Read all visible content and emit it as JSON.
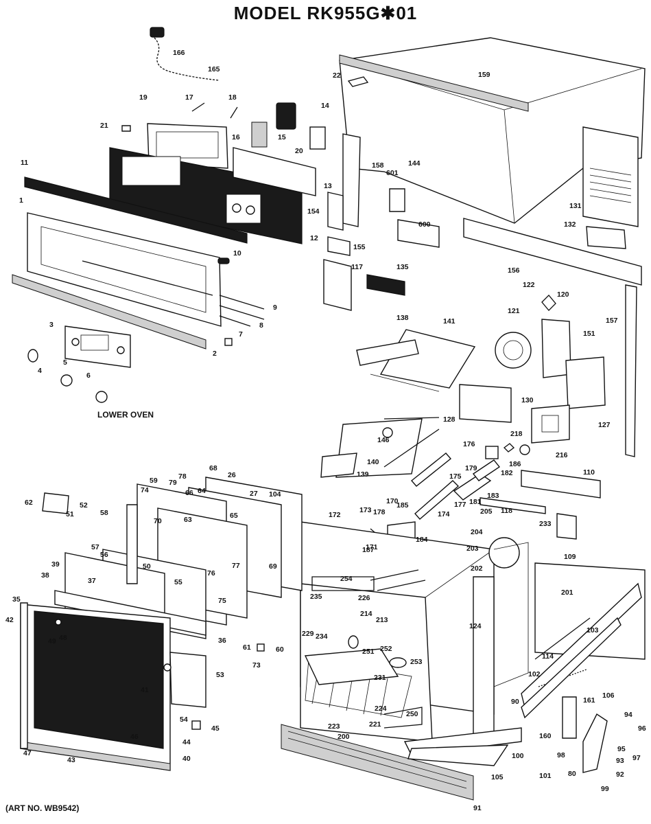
{
  "header": {
    "title": "MODEL  RK955G✱01"
  },
  "captions": {
    "lower_oven": "LOWER OVEN",
    "art_no": "(ART NO. WB9542)"
  },
  "part_labels": [
    "1",
    "2",
    "3",
    "4",
    "5",
    "6",
    "7",
    "8",
    "9",
    "10",
    "11",
    "12",
    "13",
    "14",
    "15",
    "16",
    "17",
    "18",
    "19",
    "20",
    "21",
    "22",
    "26",
    "27",
    "35",
    "36",
    "37",
    "38",
    "39",
    "40",
    "41",
    "42",
    "43",
    "44",
    "45",
    "46",
    "47",
    "48",
    "49",
    "50",
    "51",
    "52",
    "53",
    "54",
    "55",
    "56",
    "57",
    "58",
    "59",
    "60",
    "61",
    "62",
    "63",
    "64",
    "65",
    "66",
    "68",
    "69",
    "70",
    "73",
    "74",
    "75",
    "76",
    "77",
    "78",
    "79",
    "80",
    "90",
    "91",
    "92",
    "93",
    "94",
    "95",
    "96",
    "97",
    "98",
    "99",
    "100",
    "101",
    "102",
    "103",
    "104",
    "105",
    "106",
    "109",
    "110",
    "114",
    "117",
    "118",
    "120",
    "121",
    "122",
    "124",
    "127",
    "128",
    "130",
    "131",
    "132",
    "135",
    "138",
    "139",
    "140",
    "141",
    "144",
    "146",
    "151",
    "154",
    "155",
    "156",
    "157",
    "158",
    "159",
    "160",
    "161",
    "165",
    "166",
    "170",
    "171",
    "172",
    "173",
    "174",
    "175",
    "176",
    "177",
    "178",
    "179",
    "181",
    "182",
    "183",
    "184",
    "185",
    "186",
    "187",
    "200",
    "201",
    "202",
    "203",
    "204",
    "205",
    "213",
    "214",
    "216",
    "218",
    "221",
    "223",
    "224",
    "226",
    "229",
    "231",
    "233",
    "234",
    "235",
    "250",
    "251",
    "252",
    "253",
    "254",
    "600",
    "601"
  ]
}
